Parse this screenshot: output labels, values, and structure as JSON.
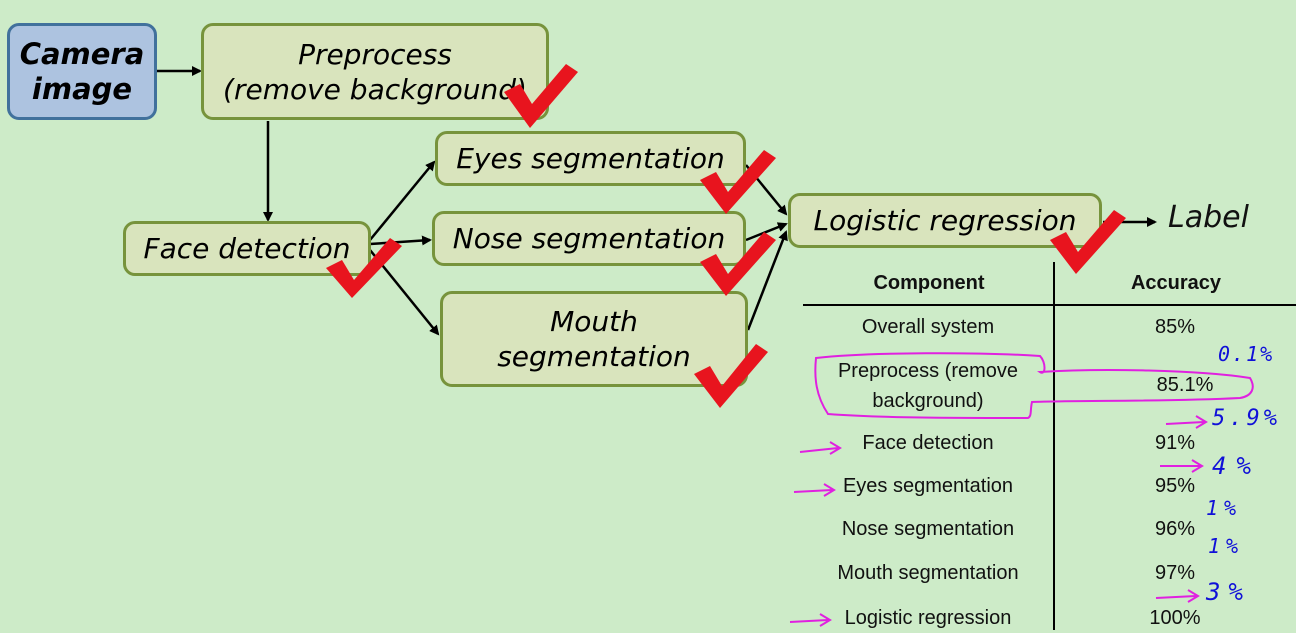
{
  "nodes": {
    "camera": "Camera\nimage",
    "preprocess": "Preprocess\n(remove background)",
    "face": "Face detection",
    "eyes": "Eyes segmentation",
    "nose": "Nose segmentation",
    "mouth": "Mouth\nsegmentation",
    "logistic": "Logistic regression",
    "label": "Label"
  },
  "table": {
    "headers": [
      "Component",
      "Accuracy"
    ],
    "rows": [
      {
        "component": "Overall system",
        "accuracy": "85%"
      },
      {
        "component": "Preprocess (remove\nbackground)",
        "accuracy": "85.1%"
      },
      {
        "component": "Face detection",
        "accuracy": "91%"
      },
      {
        "component": "Eyes segmentation",
        "accuracy": "95%"
      },
      {
        "component": "Nose segmentation",
        "accuracy": "96%"
      },
      {
        "component": "Mouth segmentation",
        "accuracy": "97%"
      },
      {
        "component": "Logistic regression",
        "accuracy": "100%"
      }
    ]
  },
  "handwritten_notes": [
    "0.1%",
    "5.9%",
    "4%",
    "1%",
    "1%",
    "3%"
  ],
  "colors": {
    "node_fill": "#d9e4bd",
    "node_border": "#77933c",
    "camera_fill": "#adc3e0",
    "camera_border": "#41719c",
    "checkmark": "#e8141e",
    "highlight": "#e020e0",
    "notes": "#1010d8",
    "background": "#cdebc8"
  }
}
